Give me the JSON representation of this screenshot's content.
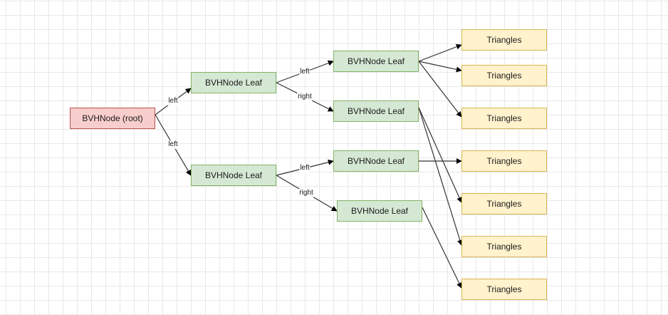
{
  "nodes": {
    "root": "BVHNode (root)",
    "leaf_1": "BVHNode Leaf",
    "leaf_2": "BVHNode Leaf",
    "leaf_1_left": "BVHNode Leaf",
    "leaf_1_right": "BVHNode Leaf",
    "leaf_2_left": "BVHNode Leaf",
    "leaf_2_right": "BVHNode Leaf",
    "triangles_1": "Triangles",
    "triangles_2": "Triangles",
    "triangles_3": "Triangles",
    "triangles_4": "Triangles",
    "triangles_5": "Triangles",
    "triangles_6": "Triangles",
    "triangles_7": "Triangles"
  },
  "edge_labels": {
    "root_to_leaf_1": "left",
    "root_to_leaf_2": "left",
    "leaf_1_to_left": "left",
    "leaf_1_to_right": "right",
    "leaf_2_to_left": "left",
    "leaf_2_to_right": "right"
  },
  "colors": {
    "root_fill": "#f8cecc",
    "root_stroke": "#b85450",
    "leaf_fill": "#d5e8d4",
    "leaf_stroke": "#82b366",
    "triangles_fill": "#fff2cc",
    "triangles_stroke": "#d6b656",
    "edge": "#333333"
  }
}
